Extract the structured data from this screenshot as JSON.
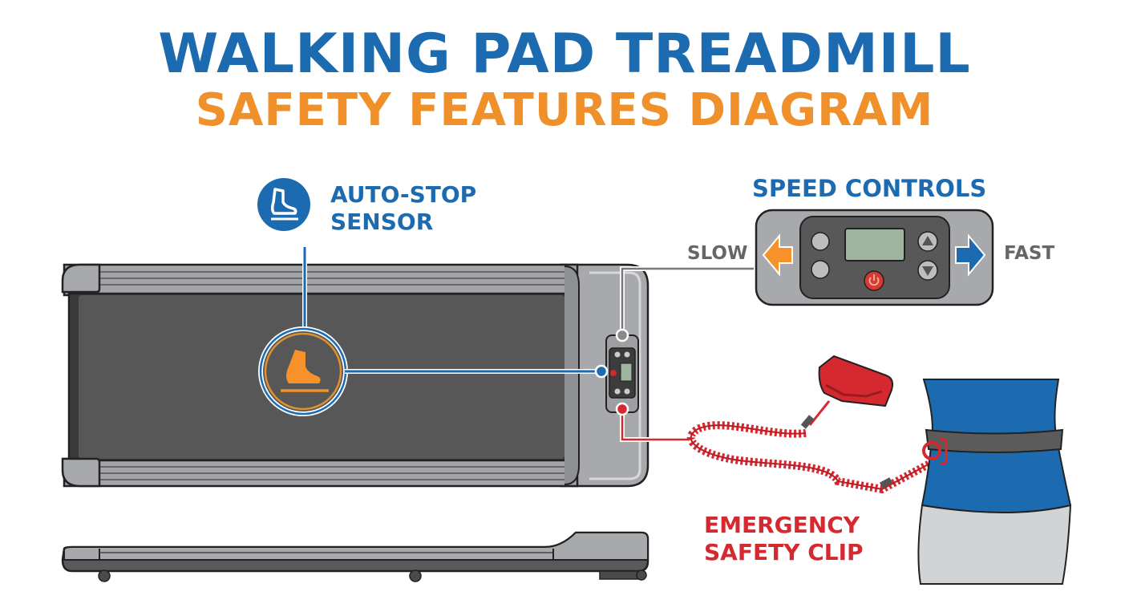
{
  "title": {
    "line1": "WALKING PAD TREADMILL",
    "line2": "SAFETY FEATURES DIAGRAM"
  },
  "colors": {
    "title_blue": "#1c6bb0",
    "title_orange": "#f0902a",
    "emergency_red": "#d6282f",
    "belt_dark": "#555555",
    "frame_gray": "#a3a5a8"
  },
  "callouts": {
    "auto_stop": {
      "line1": "AUTO-STOP",
      "line2": "SENSOR",
      "icon": "foot-sensor-icon"
    },
    "speed_controls": {
      "label": "SPEED CONTROLS",
      "slow_label": "SLOW",
      "fast_label": "FAST"
    },
    "emergency": {
      "line1": "EMERGENCY",
      "line2": "SAFETY CLIP"
    }
  },
  "control_panel": {
    "buttons": [
      "SLOW",
      "FAST",
      "up-arrow",
      "down-arrow",
      "power"
    ],
    "display": "lcd-screen"
  }
}
